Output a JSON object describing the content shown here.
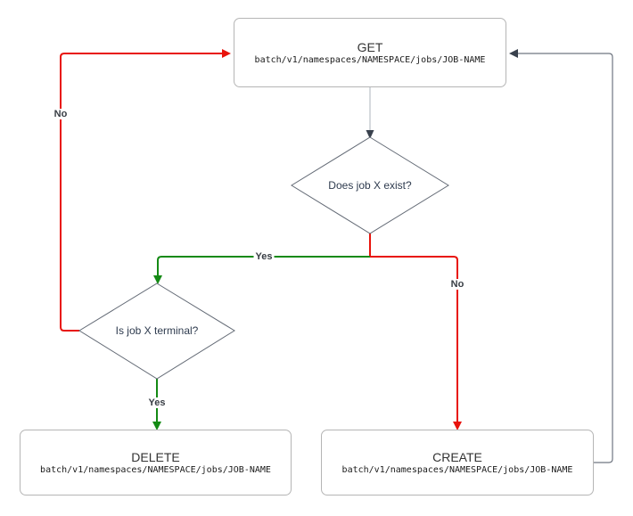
{
  "diagram": {
    "nodes": {
      "get": {
        "title": "GET",
        "path": "batch/v1/namespaces/NAMESPACE/jobs/JOB-NAME"
      },
      "exists_decision": {
        "label": "Does job X exist?"
      },
      "terminal_decision": {
        "label": "Is job X terminal?"
      },
      "delete": {
        "title": "DELETE",
        "path": "batch/v1/namespaces/NAMESPACE/jobs/JOB-NAME"
      },
      "create": {
        "title": "CREATE",
        "path": "batch/v1/namespaces/NAMESPACE/jobs/JOB-NAME"
      }
    },
    "edge_labels": {
      "exists_yes": "Yes",
      "exists_no": "No",
      "terminal_yes": "Yes",
      "terminal_no": "No"
    },
    "colors": {
      "yes_edge": "#148a14",
      "no_edge": "#e8130c",
      "neutral_edge": "#c5cad0",
      "loop_edge": "#6f7681",
      "arrowhead_dark": "#39414d",
      "node_border": "#b5b5b5",
      "decision_border": "#646b76",
      "decision_text": "#2e3b4e"
    }
  }
}
